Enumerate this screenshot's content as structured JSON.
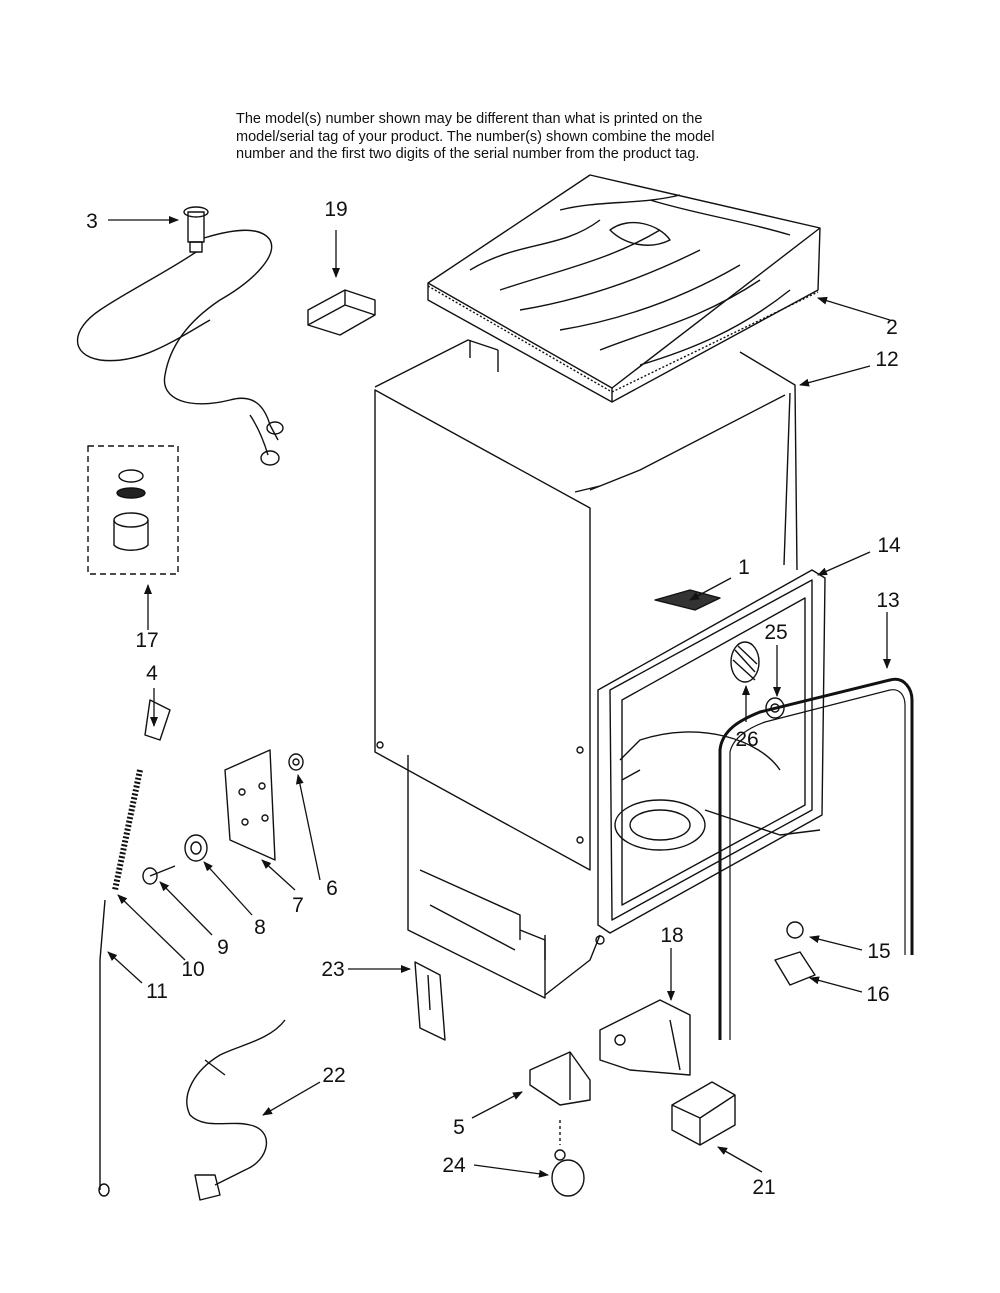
{
  "notice": {
    "lines": [
      "The model(s) number shown may be different than what is printed on the",
      "model/serial tag of your product. The number(s) shown combine the model",
      "number and the first two digits of the serial number from the product tag."
    ]
  },
  "callouts": [
    {
      "id": "c1",
      "label": "1"
    },
    {
      "id": "c2",
      "label": "2"
    },
    {
      "id": "c3",
      "label": "3"
    },
    {
      "id": "c4",
      "label": "4"
    },
    {
      "id": "c5",
      "label": "5"
    },
    {
      "id": "c6",
      "label": "6"
    },
    {
      "id": "c7",
      "label": "7"
    },
    {
      "id": "c8",
      "label": "8"
    },
    {
      "id": "c9",
      "label": "9"
    },
    {
      "id": "c10",
      "label": "10"
    },
    {
      "id": "c11",
      "label": "11"
    },
    {
      "id": "c12",
      "label": "12"
    },
    {
      "id": "c13",
      "label": "13"
    },
    {
      "id": "c14",
      "label": "14"
    },
    {
      "id": "c15",
      "label": "15"
    },
    {
      "id": "c16",
      "label": "16"
    },
    {
      "id": "c17",
      "label": "17"
    },
    {
      "id": "c18",
      "label": "18"
    },
    {
      "id": "c19",
      "label": "19"
    },
    {
      "id": "c21",
      "label": "21"
    },
    {
      "id": "c22",
      "label": "22"
    },
    {
      "id": "c23",
      "label": "23"
    },
    {
      "id": "c24",
      "label": "24"
    },
    {
      "id": "c25",
      "label": "25"
    },
    {
      "id": "c26",
      "label": "26"
    }
  ]
}
